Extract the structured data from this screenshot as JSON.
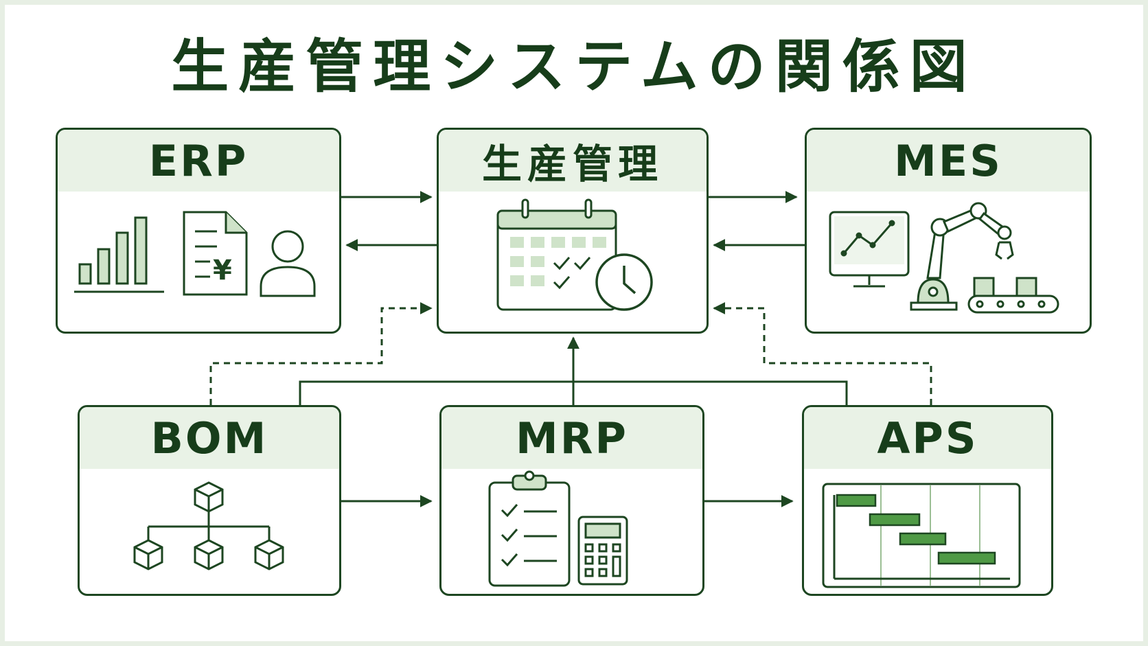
{
  "title": "生産管理システムの関係図",
  "nodes": {
    "erp": {
      "label": "ERP",
      "icons": [
        "bar-chart-icon",
        "invoice-yen-icon",
        "person-icon"
      ]
    },
    "center": {
      "label": "生産管理",
      "icons": [
        "calendar-icon",
        "clock-icon"
      ]
    },
    "mes": {
      "label": "MES",
      "icons": [
        "monitor-chart-icon",
        "robot-arm-icon",
        "conveyor-icon"
      ]
    },
    "bom": {
      "label": "BOM",
      "icons": [
        "hierarchy-cubes-icon"
      ]
    },
    "mrp": {
      "label": "MRP",
      "icons": [
        "clipboard-checklist-icon",
        "calculator-icon"
      ]
    },
    "aps": {
      "label": "APS",
      "icons": [
        "gantt-chart-icon"
      ]
    }
  },
  "yen_symbol": "¥",
  "colors": {
    "line": "#1d4621",
    "header_fill": "#e9f2e6",
    "accent": "#4f9a45",
    "light_fill": "#cfe3c9",
    "background": "#e7efe4"
  }
}
